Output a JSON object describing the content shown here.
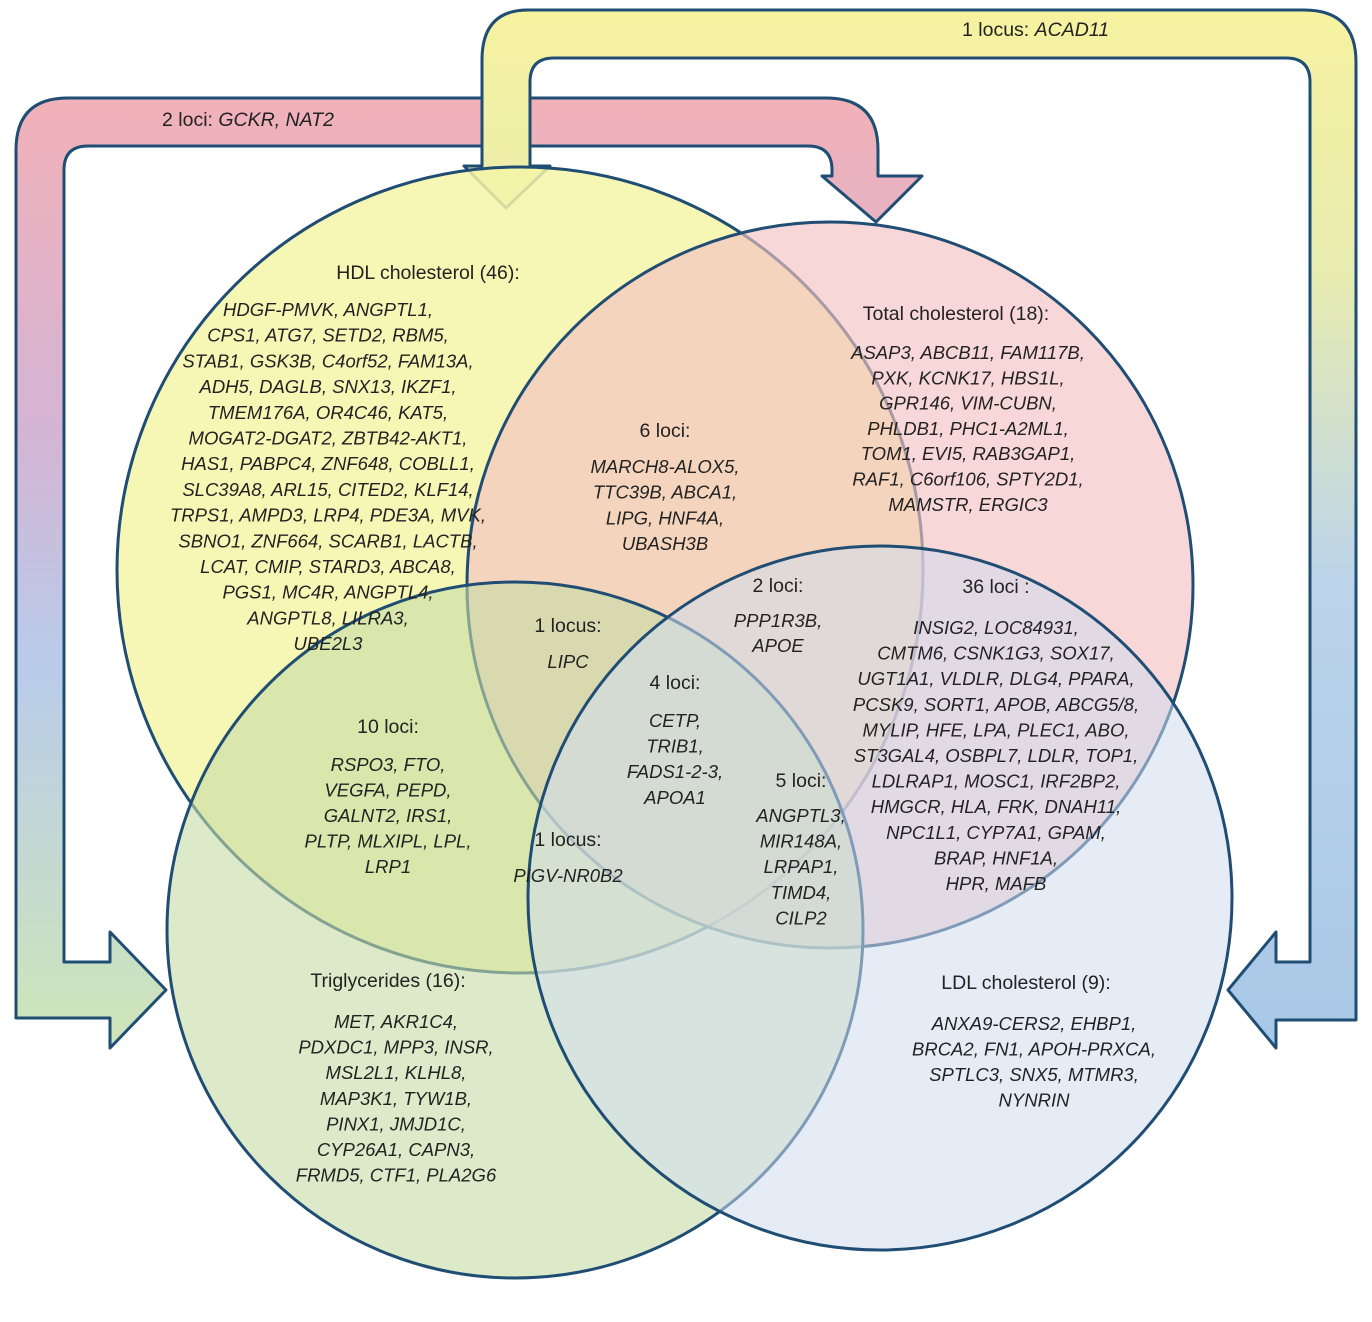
{
  "arrows": {
    "hdl_to_tc": {
      "prefix": "2 loci: ",
      "genes": "GCKR, NAT2"
    },
    "tg_from_hdl": {},
    "ldl_to_hdl": {
      "prefix": "1 locus: ",
      "genes": "ACAD11"
    }
  },
  "sets": {
    "hdl": {
      "title": "HDL cholesterol (46):",
      "color": "#f4f4a8"
    },
    "tc": {
      "title": "Total cholesterol (18):",
      "color": "#f6cfcf"
    },
    "tg": {
      "title": "Triglycerides (16):",
      "color": "#cfe2b0"
    },
    "ldl": {
      "title": "LDL cholesterol (9):",
      "color": "#d6e3f2"
    }
  },
  "regions": {
    "hdl_only": {
      "lines": [
        "HDGF-PMVK, ANGPTL1,",
        "CPS1, ATG7, SETD2, RBM5,",
        "STAB1, GSK3B, C4orf52, FAM13A,",
        "ADH5, DAGLB, SNX13, IKZF1,",
        "TMEM176A, OR4C46, KAT5,",
        "MOGAT2-DGAT2, ZBTB42-AKT1,",
        "HAS1, PABPC4, ZNF648, COBLL1,",
        "SLC39A8, ARL15, CITED2, KLF14,",
        "TRPS1, AMPD3, LRP4, PDE3A, MVK,",
        "SBNO1, ZNF664, SCARB1, LACTB,",
        "LCAT, CMIP, STARD3, ABCA8,",
        "PGS1, MC4R, ANGPTL4,",
        "ANGPTL8, LILRA3,",
        "UBE2L3"
      ]
    },
    "tc_only": {
      "lines": [
        "ASAP3, ABCB11, FAM117B,",
        "PXK, KCNK17, HBS1L,",
        "GPR146, VIM-CUBN,",
        "PHLDB1, PHC1-A2ML1,",
        "TOM1, EVI5, RAB3GAP1,",
        "RAF1, C6orf106, SPTY2D1,",
        "MAMSTR, ERGIC3"
      ]
    },
    "hdl_tc": {
      "title": "6 loci:",
      "lines": [
        "MARCH8-ALOX5,",
        "TTC39B, ABCA1,",
        "LIPG, HNF4A,",
        "UBASH3B"
      ]
    },
    "hdl_tc_ldl": {
      "title": "2 loci:",
      "lines": [
        "PPP1R3B,",
        "APOE"
      ]
    },
    "tc_ldl": {
      "title": "36 loci :",
      "lines": [
        "INSIG2, LOC84931,",
        "CMTM6, CSNK1G3, SOX17,",
        "UGT1A1, VLDLR, DLG4, PPARA,",
        "PCSK9, SORT1, APOB, ABCG5/8,",
        "MYLIP, HFE, LPA, PLEC1, ABO,",
        "ST3GAL4, OSBPL7, LDLR, TOP1,",
        "LDLRAP1, MOSC1, IRF2BP2,",
        "HMGCR, HLA, FRK, DNAH11,",
        "NPC1L1, CYP7A1, GPAM,",
        "BRAP, HNF1A,",
        "HPR, MAFB"
      ]
    },
    "hdl_tc_tg": {
      "title": "1 locus:",
      "lines": [
        "LIPC"
      ]
    },
    "all_four": {
      "title": "4 loci:",
      "lines": [
        "CETP,",
        "TRIB1,",
        "FADS1-2-3,",
        "APOA1"
      ]
    },
    "hdl_tg": {
      "title": "10 loci:",
      "lines": [
        "RSPO3, FTO,",
        "VEGFA, PEPD,",
        "GALNT2, IRS1,",
        "PLTP, MLXIPL, LPL,",
        "LRP1"
      ]
    },
    "hdl_tg_ldl": {
      "title": "1 locus:",
      "lines": [
        "PIGV-NR0B2"
      ]
    },
    "tc_tg_ldl": {
      "title": "5 loci:",
      "lines": [
        "ANGPTL3,",
        "MIR148A,",
        "LRPAP1,",
        "TIMD4,",
        "CILP2"
      ]
    },
    "tg_only": {
      "lines": [
        "MET, AKR1C4,",
        "PDXDC1, MPP3, INSR,",
        "MSL2L1, KLHL8,",
        "MAP3K1, TYW1B,",
        "PINX1, JMJD1C,",
        "CYP26A1, CAPN3,",
        "FRMD5, CTF1, PLA2G6"
      ]
    },
    "ldl_only": {
      "lines": [
        "ANXA9-CERS2, EHBP1,",
        "BRCA2, FN1, APOH-PRXCA,",
        "SPTLC3, SNX5, MTMR3,",
        "NYNRIN"
      ]
    }
  }
}
